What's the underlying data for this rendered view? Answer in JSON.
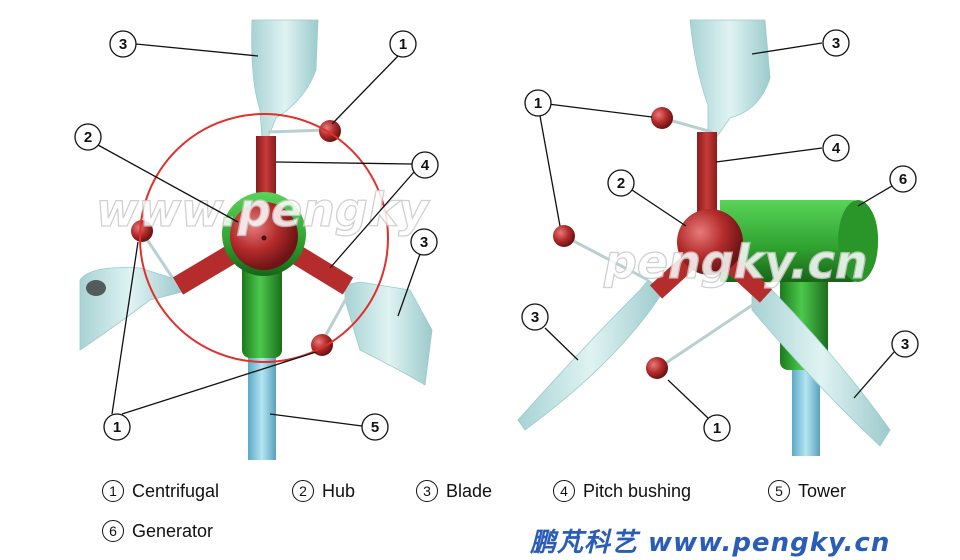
{
  "left_callouts": {
    "c1": "1",
    "c2": "2",
    "c3a": "3",
    "c3b": "3",
    "c4": "4",
    "c5": "5",
    "c1b": "1"
  },
  "right_callouts": {
    "c1a": "1",
    "c1b": "1",
    "c2": "2",
    "c3a": "3",
    "c3b": "3",
    "c3c": "3",
    "c4": "4",
    "c6": "6"
  },
  "watermark": {
    "left": "www.pengky",
    "right": "pengky.cn"
  },
  "legend": [
    {
      "num": "1",
      "label": "Centrifugal"
    },
    {
      "num": "2",
      "label": "Hub"
    },
    {
      "num": "3",
      "label": "Blade"
    },
    {
      "num": "4",
      "label": "Pitch bushing"
    },
    {
      "num": "5",
      "label": "Tower"
    },
    {
      "num": "6",
      "label": "Generator"
    }
  ],
  "brand": "鹏芃科艺 www.pengky.cn",
  "colors": {
    "blade": "#c4e4e4",
    "hub": "#b32b2b",
    "generator": "#2fae2f",
    "tower": "#8ecde0",
    "ring": "#e0302a"
  }
}
